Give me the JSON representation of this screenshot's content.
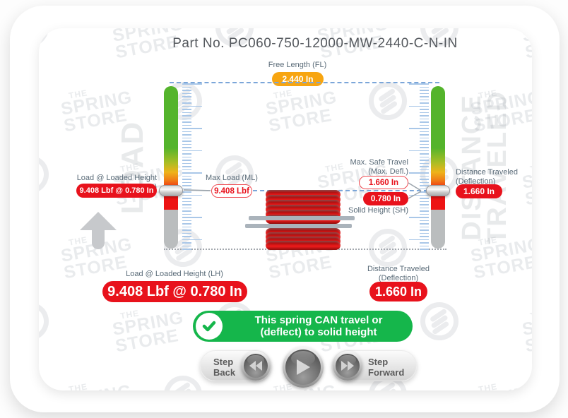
{
  "title": "Part No. PC060-750-12000-MW-2440-C-N-IN",
  "free_length": {
    "label": "Free Length (FL)",
    "value": "2.440 In"
  },
  "left_gauge": {
    "watermark": "LOAD",
    "label": "Load @ Loaded Height (LH)",
    "value": "9.408 Lbf @ 0.780 In"
  },
  "max_load": {
    "label": "Max Load (ML)",
    "value": "9.408 Lbf"
  },
  "max_safe_travel": {
    "label_line1": "Max. Safe Travel",
    "label_line2": "(Max. Defl.)",
    "value": "1.660 In"
  },
  "loaded_height": {
    "value": "0.780 In"
  },
  "solid_height": {
    "label": "Solid Height (SH)"
  },
  "right_gauge": {
    "watermark_line1": "DISTANCE",
    "watermark_line2": "TRAVELED",
    "label_line1": "Distance Traveled",
    "label_line2": "(Deflection)",
    "value": "1.660 In"
  },
  "summary": {
    "load_label": "Load @ Loaded Height (LH)",
    "load_value": "9.408 Lbf @ 0.780 In",
    "travel_label_line1": "Distance Traveled",
    "travel_label_line2": "(Deflection)",
    "travel_value": "1.660 In"
  },
  "status_banner": {
    "icon": "check-icon",
    "line1": "This spring CAN travel or",
    "line2": "(deflect) to solid height"
  },
  "controls": {
    "step_back": {
      "line1": "Step",
      "line2": "Back",
      "icon": "skip-back-icon"
    },
    "play": {
      "icon": "play-icon"
    },
    "step_forward": {
      "line1": "Step",
      "line2": "Forward",
      "icon": "skip-forward-icon"
    }
  },
  "watermark_brand": {
    "line1": "THE",
    "line2": "SPRING",
    "line3": "STORE"
  },
  "colors": {
    "badge_red": "#e8121c",
    "badge_orange": "#f7a511",
    "banner_green": "#15b64b",
    "gauge_green": "#54b42c",
    "gauge_gray": "#babdbe",
    "ruler_blue": "#a9c7e8",
    "dash_blue": "#7ba6d9",
    "label_gray": "#5a6b78"
  }
}
